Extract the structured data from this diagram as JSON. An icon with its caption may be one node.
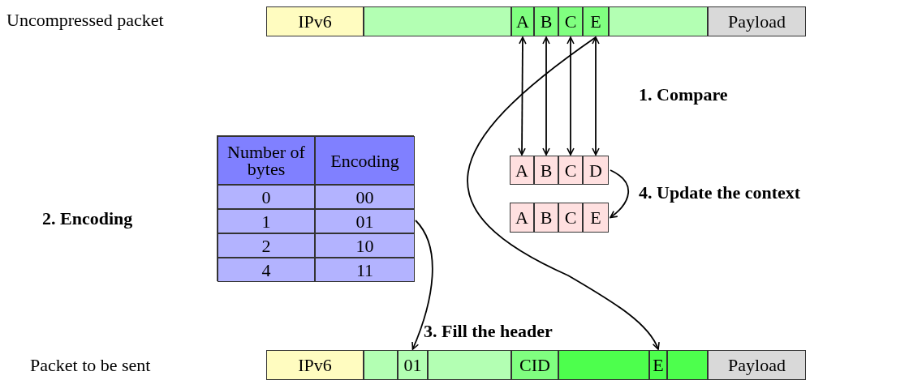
{
  "diagram": {
    "nodes": [
      {
        "text": [],
        "shape": "bar"
      },
      {
        "text": [
          "IPv6"
        ],
        "in": 0
      },
      {
        "text": [],
        "shape": "box",
        "in": 0
      },
      {
        "text": [
          "A"
        ],
        "in": 0
      },
      {
        "text": [
          "B"
        ],
        "in": 0
      },
      {
        "text": [
          "C"
        ],
        "in": 0
      },
      {
        "text": [
          "E"
        ],
        "in": 0
      },
      {
        "text": [],
        "shape": "box",
        "in": 0
      },
      {
        "text": [
          "Payload"
        ],
        "in": 0
      },
      {
        "text": [
          "A"
        ]
      },
      {
        "text": [
          "B"
        ]
      },
      {
        "text": [
          "C"
        ]
      },
      {
        "text": [
          "D"
        ]
      },
      {
        "text": [
          "A"
        ]
      },
      {
        "text": [
          "B"
        ]
      },
      {
        "text": [
          "C"
        ]
      },
      {
        "text": [
          "E"
        ]
      },
      {
        "text": [],
        "shape": "box"
      },
      {
        "text": [
          "Number of bytes"
        ],
        "in": 17
      },
      {
        "text": [
          "Encoding"
        ],
        "in": 17
      },
      {
        "text": [
          "0"
        ],
        "in": 17
      },
      {
        "text": [
          "00"
        ],
        "in": 17
      },
      {
        "text": [
          "1"
        ],
        "in": 17
      },
      {
        "text": [
          "01"
        ],
        "in": 17
      },
      {
        "text": [
          "2"
        ],
        "in": 17
      },
      {
        "text": [
          "10"
        ],
        "in": 17
      },
      {
        "text": [
          "4"
        ],
        "in": 17
      },
      {
        "text": [
          "11"
        ],
        "in": 17
      },
      {
        "text": [],
        "shape": "bar"
      },
      {
        "text": [
          "IPv6"
        ],
        "in": 28
      },
      {
        "text": [],
        "shape": "box",
        "in": 28
      },
      {
        "text": [
          "01"
        ],
        "in": 28
      },
      {
        "text": [],
        "shape": "box",
        "in": 28
      },
      {
        "text": [
          "CID"
        ],
        "in": 28
      },
      {
        "text": [],
        "shape": "box",
        "in": 28
      },
      {
        "text": [
          "E"
        ],
        "in": 28
      },
      {
        "text": [],
        "shape": "box",
        "in": 28
      },
      {
        "text": [
          "Payload"
        ],
        "in": 28
      }
    ],
    "edges": [
      {
        "from": 3,
        "to": 9,
        "arrow": "both"
      },
      {
        "from": 4,
        "to": 10,
        "arrow": "both"
      },
      {
        "from": 5,
        "to": 11,
        "arrow": "both"
      },
      {
        "from": 6,
        "to": 12,
        "arrow": "both"
      },
      {
        "from": 6,
        "to": 35,
        "arrow": "to"
      },
      {
        "from": 12,
        "to": 16,
        "arrow": "to"
      },
      {
        "from": 23,
        "to": 31,
        "arrow": "to"
      }
    ],
    "labels": [
      "Uncompressed packet",
      "1. Compare",
      "4. Update the context",
      "2. Encoding",
      "3. Fill the header",
      "Packet to be sent"
    ]
  }
}
